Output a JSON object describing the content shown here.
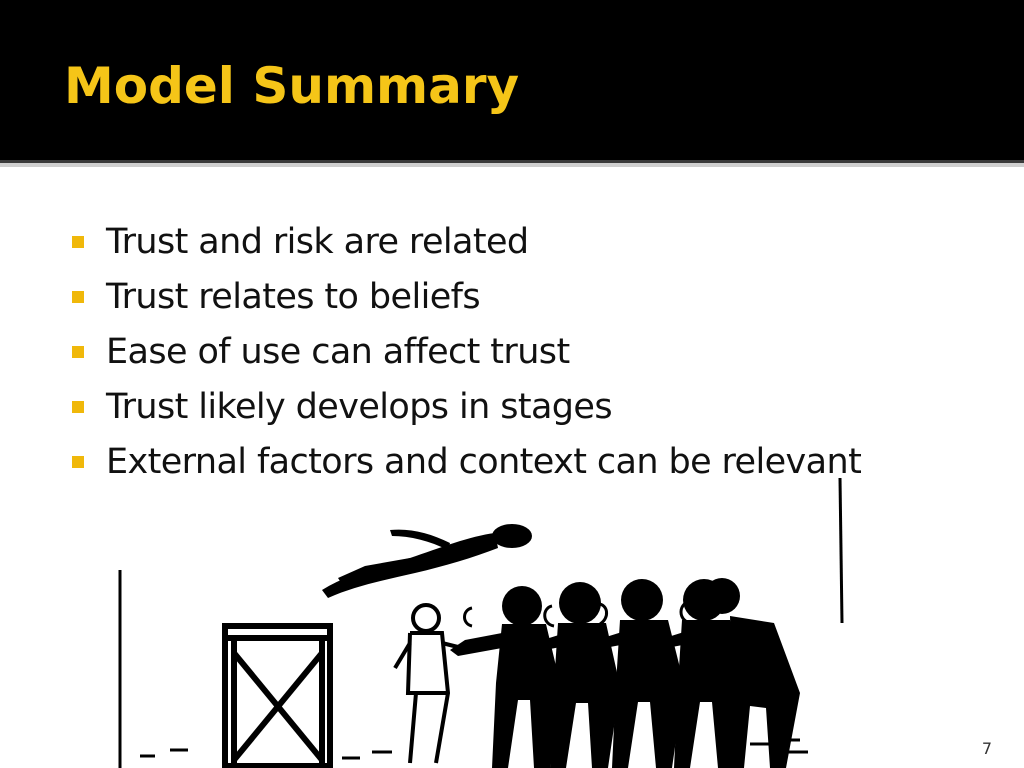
{
  "slide": {
    "title": "Model Summary",
    "bullets": [
      "Trust and risk are related",
      "Trust relates to beliefs",
      "Ease of use can affect trust",
      "Trust likely develops in stages",
      "External factors and context can be relevant"
    ],
    "page_number": "7"
  },
  "colors": {
    "header_background": "#000000",
    "title": "#f5c518",
    "bullet_marker": "#f0b80a",
    "text": "#111111"
  },
  "illustration": {
    "icon": "trust-fall-illustration"
  }
}
